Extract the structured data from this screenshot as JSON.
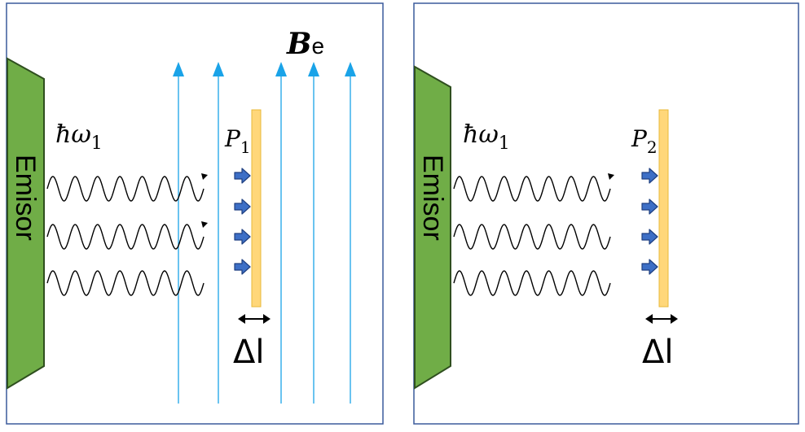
{
  "colors": {
    "panel_border": "#3a5a9c",
    "emitter_fill": "#70ad47",
    "emitter_stroke": "#2f4f1f",
    "field_line": "#1aa3e8",
    "plate_fill": "#ffd77a",
    "plate_stroke": "#e8b83a",
    "pressure_arrow_fill": "#3d6fc6",
    "pressure_arrow_stroke": "#1f3f80"
  },
  "panels": [
    {
      "emitter_label": "Emisor",
      "photon_label": {
        "symbol": "ħω",
        "subscript": "1"
      },
      "pressure_label": {
        "symbol": "P",
        "subscript": "1"
      },
      "thickness_label": "Δl",
      "field_label": {
        "symbol": "B",
        "subscript": "e"
      }
    },
    {
      "emitter_label": "Emisor",
      "photon_label": {
        "symbol": "ħω",
        "subscript": "1"
      },
      "pressure_label": {
        "symbol": "P",
        "subscript": "2"
      },
      "thickness_label": "Δl"
    }
  ]
}
